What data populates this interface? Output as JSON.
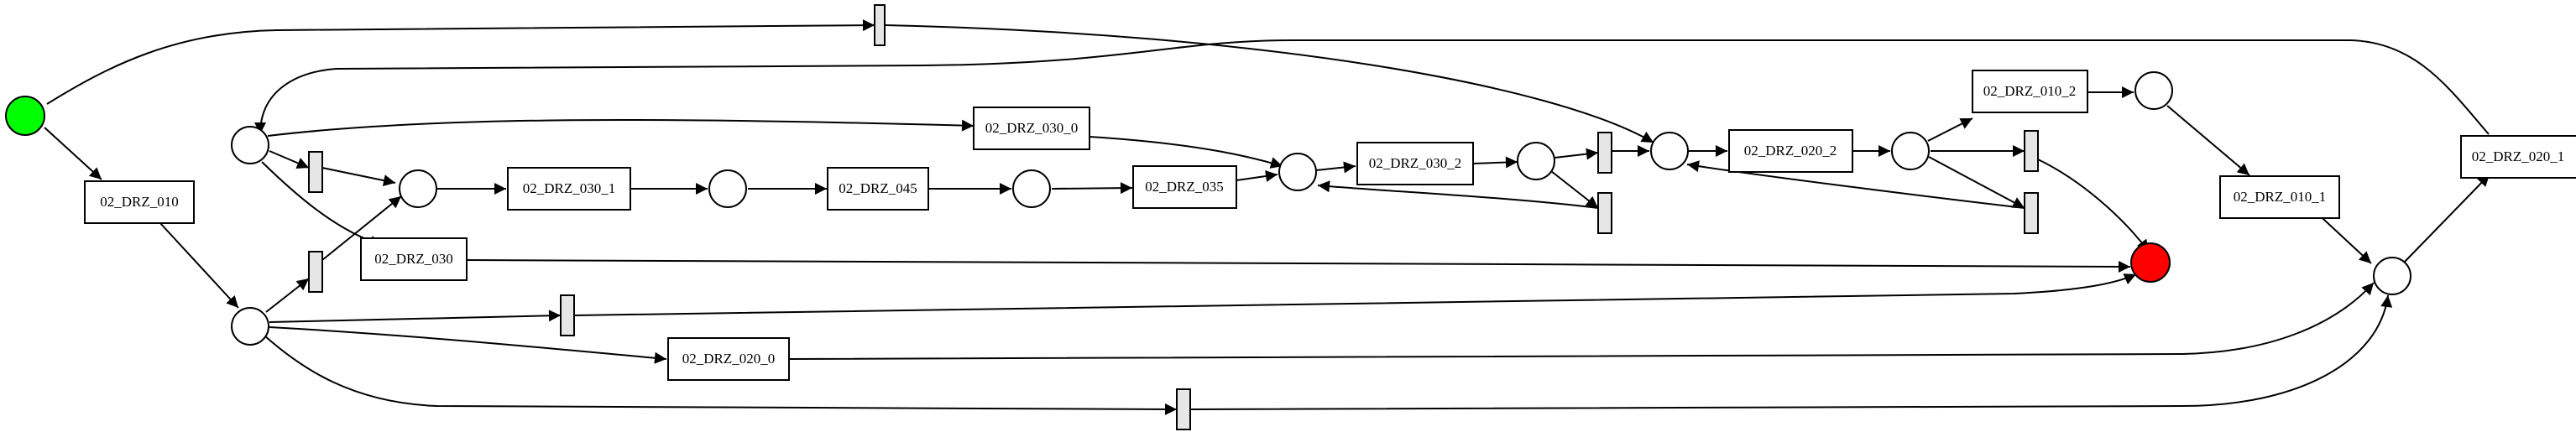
{
  "colors": {
    "source_place": "#00ff00",
    "sink_place": "#ff0000",
    "silent_transition": "#e6e6e6",
    "stroke": "#000000"
  },
  "transitions": {
    "t_010": "02_DRZ_010",
    "t_030_0": "02_DRZ_030_0",
    "t_030_1": "02_DRZ_030_1",
    "t_045": "02_DRZ_045",
    "t_035": "02_DRZ_035",
    "t_030_2": "02_DRZ_030_2",
    "t_020_2": "02_DRZ_020_2",
    "t_010_2": "02_DRZ_010_2",
    "t_010_1": "02_DRZ_010_1",
    "t_020_1": "02_DRZ_020_1",
    "t_030": "02_DRZ_030",
    "t_020_0": "02_DRZ_020_0"
  }
}
